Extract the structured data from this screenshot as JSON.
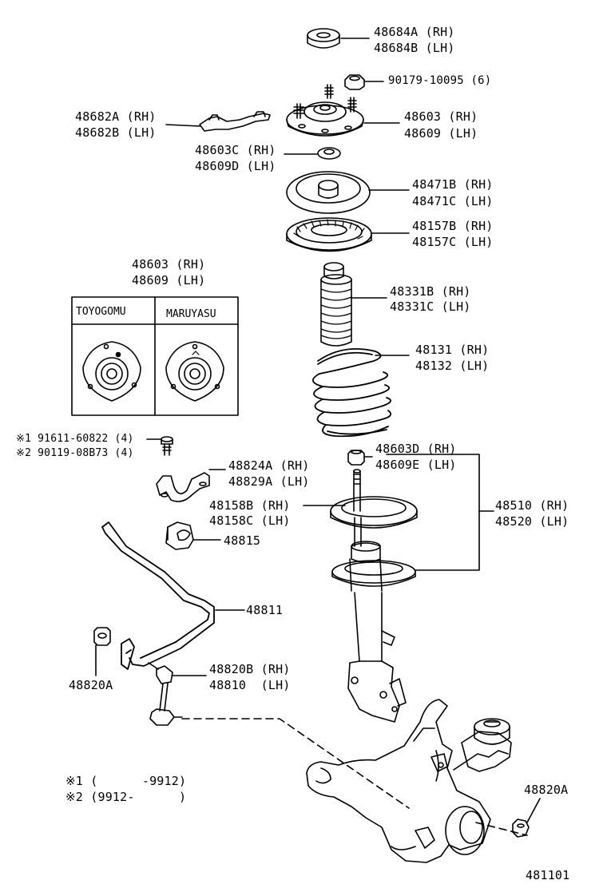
{
  "labels": {
    "p48684": [
      "48684A (RH)",
      "48684B (LH)"
    ],
    "p90179": "90179-10095 (6)",
    "p48682": [
      "48682A (RH)",
      "48682B (LH)"
    ],
    "p48603_top": [
      "48603 (RH)",
      "48609 (LH)"
    ],
    "p48603c": [
      "48603C (RH)",
      "48609D (LH)"
    ],
    "p48471": [
      "48471B (RH)",
      "48471C (LH)"
    ],
    "p48157": [
      "48157B (RH)",
      "48157C (LH)"
    ],
    "p48603_inset": [
      "48603 (RH)",
      "48609 (LH)"
    ],
    "p48331": [
      "48331B (RH)",
      "48331C (LH)"
    ],
    "p48131": [
      "48131 (RH)",
      "48132 (LH)"
    ],
    "bolt_refs": [
      "※1 91611-60822 (4)",
      "※2 90119-08B73 (4)"
    ],
    "p48603d": [
      "48603D (RH)",
      "48609E (LH)"
    ],
    "p48824": [
      "48824A (RH)",
      "48829A (LH)"
    ],
    "p48158": [
      "48158B (RH)",
      "48158C (LH)"
    ],
    "p48510": [
      "48510 (RH)",
      "48520 (LH)"
    ],
    "p48815": "48815",
    "p48811": "48811",
    "p48820a_left": "48820A",
    "p48820b": [
      "48820B (RH)",
      "48810  (LH)"
    ],
    "notes": [
      "※1 (      -9912)",
      "※2 (9912-      )"
    ],
    "p48820a_right": "48820A",
    "diagram_no": "481101"
  },
  "inset": {
    "left_header": "TOYOGOMU",
    "right_header": "MARUYASU"
  }
}
